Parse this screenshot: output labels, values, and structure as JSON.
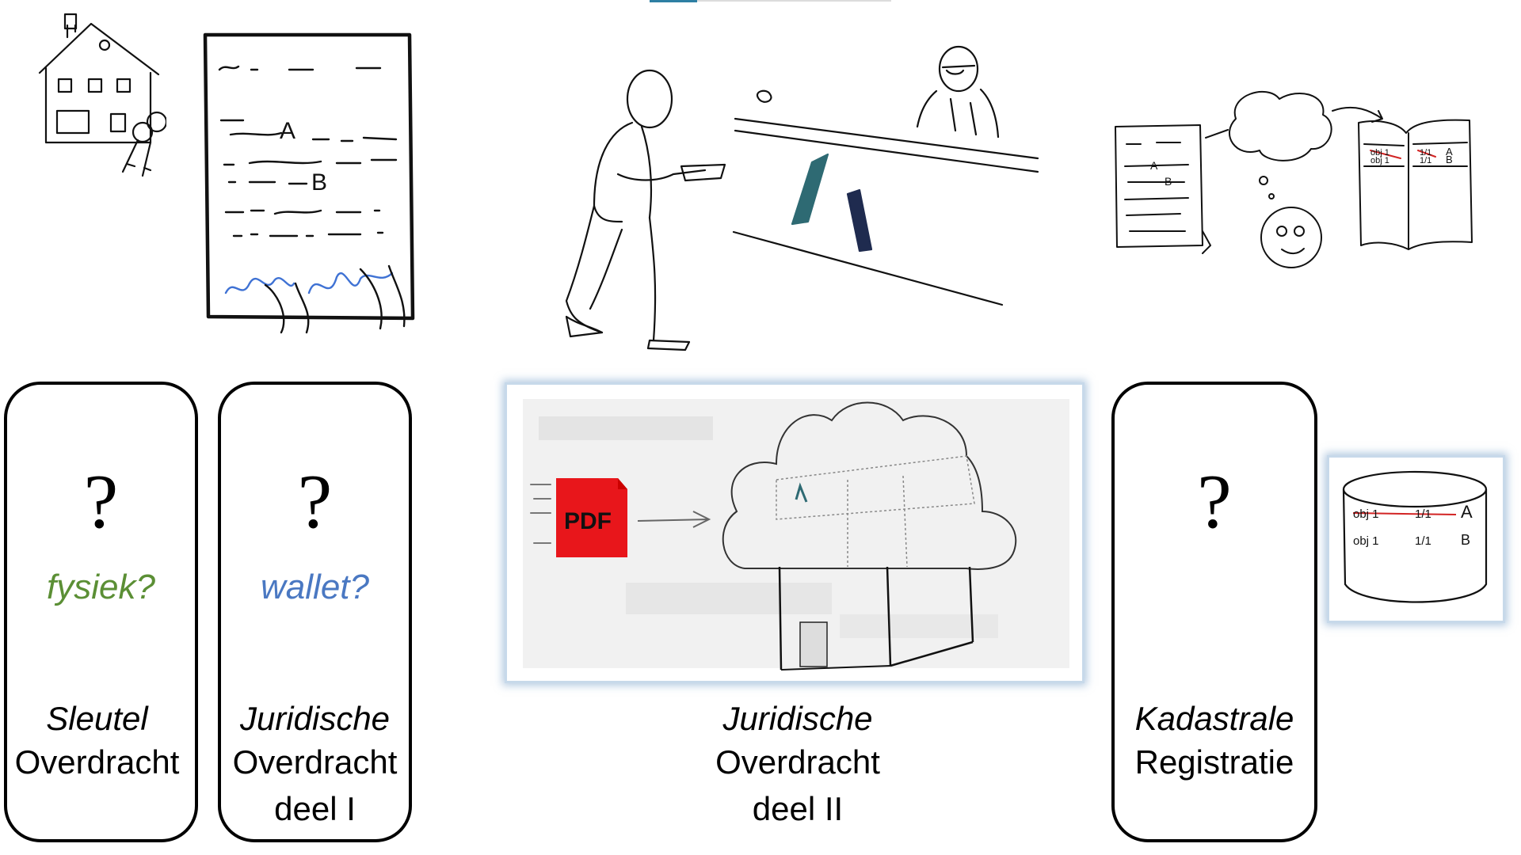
{
  "steps": [
    {
      "question": "?",
      "hint": "fysiek?",
      "label_line1": "Sleutel",
      "label_line2": "Overdracht",
      "label_line3": ""
    },
    {
      "question": "?",
      "hint": "wallet?",
      "label_line1": "Juridische",
      "label_line2": "Overdracht",
      "label_line3": "deel I"
    },
    {
      "question": "",
      "hint": "",
      "label_line1": "Juridische",
      "label_line2": "Overdracht",
      "label_line3": "deel II"
    },
    {
      "question": "?",
      "hint": "",
      "label_line1": "Kadastrale",
      "label_line2": "Registratie",
      "label_line3": ""
    }
  ],
  "sketch_text": {
    "deed_a": "A",
    "deed_b": "B",
    "pdf": "PDF",
    "register_row1": "obj 1",
    "register_row1_share": "1/1",
    "register_row1_owner": "A",
    "register_row2": "obj 1",
    "register_row2_share": "1/1",
    "register_row2_owner": "B"
  },
  "colors": {
    "hint_fysiek": "#5b8f35",
    "hint_wallet": "#4a78c2",
    "pdf_red": "#e8161b",
    "logo_teal": "#2e6a73",
    "logo_navy": "#1f2b4f",
    "frame_glow": "#9dbcd9",
    "signature_blue": "#3f72d4",
    "strike_red": "#d22424"
  },
  "icons": [
    "house-with-keys-icon",
    "signed-deed-icon",
    "walking-person-icon",
    "notary-desk-icon",
    "thinking-face-icon",
    "register-book-icon",
    "pdf-to-cloud-icon",
    "database-cylinder-icon"
  ]
}
